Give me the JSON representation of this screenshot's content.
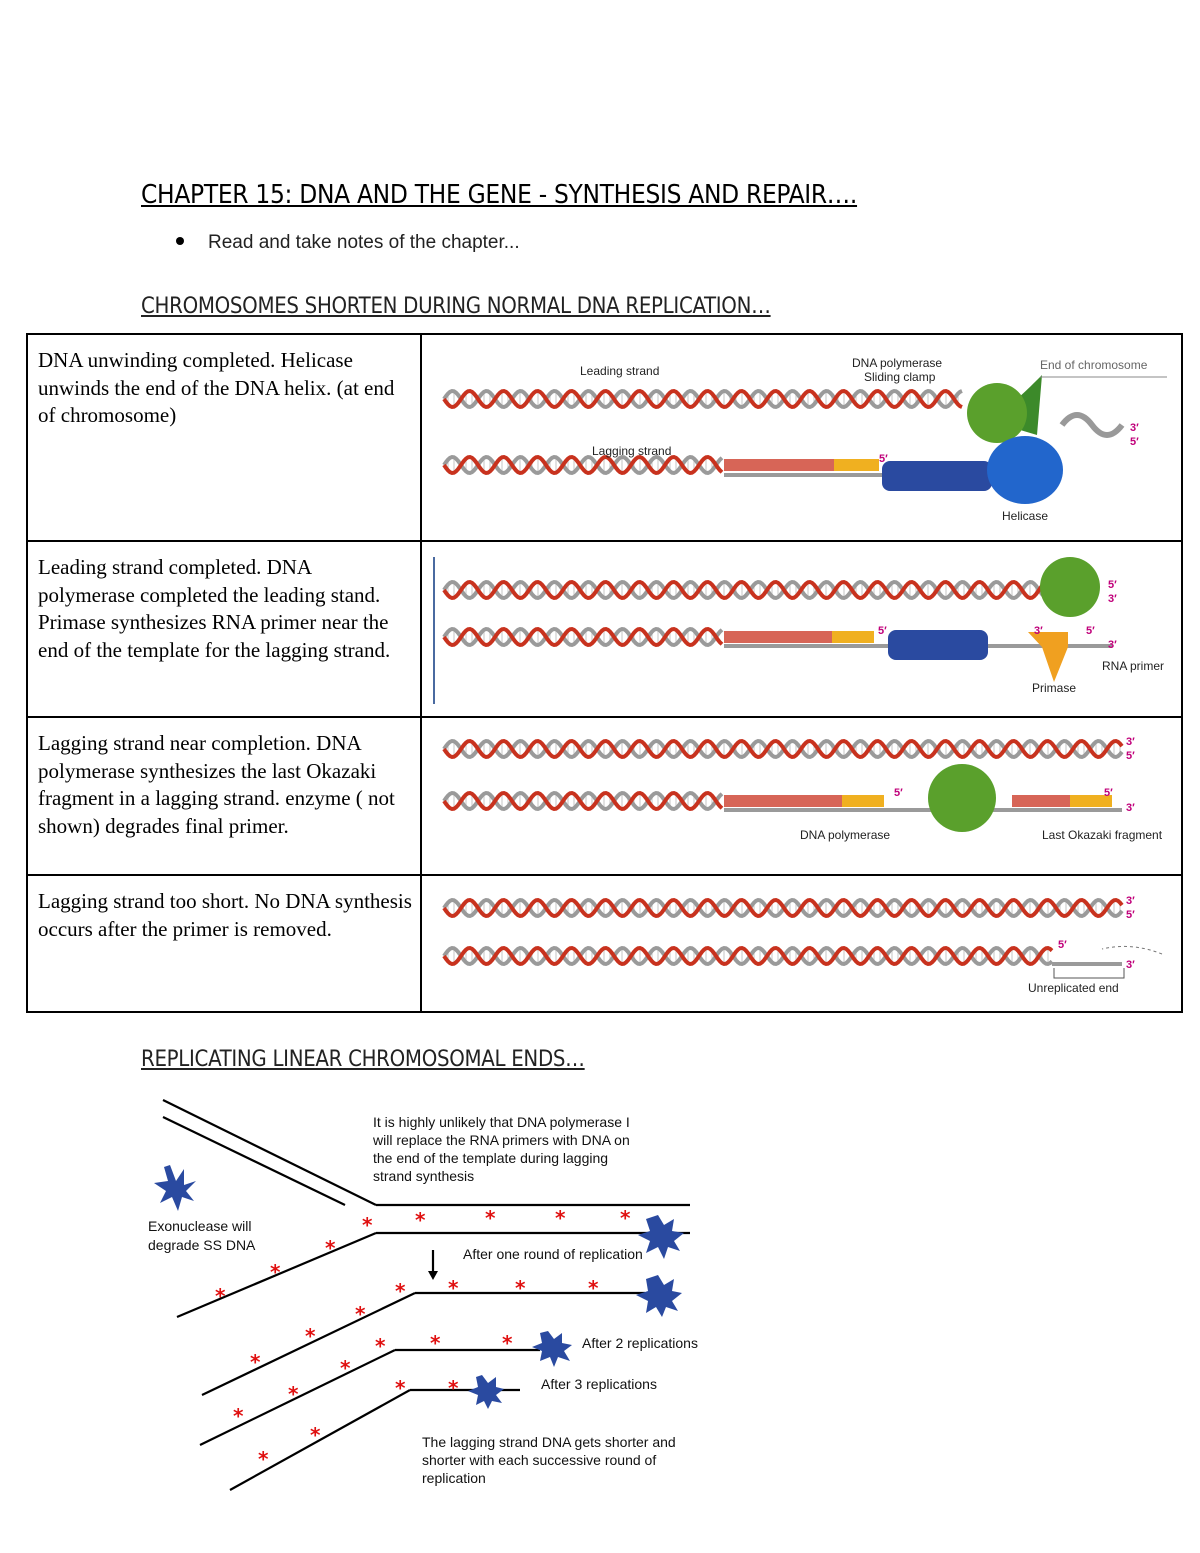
{
  "title": "CHAPTER 15: DNA AND THE GENE - SYNTHESIS AND REPAIR….",
  "bullet": "Read and take notes of the chapter...",
  "section1": "CHROMOSOMES SHORTEN DURING NORMAL DNA REPLICATION…",
  "section2": "REPLICATING LINEAR CHROMOSOMAL ENDS…",
  "steps": [
    {
      "text": "DNA unwinding completed. Helicase unwinds the end of the DNA helix. (at end of chromosome)"
    },
    {
      "text": "Leading strand completed. DNA polymerase completed the leading stand. Primase synthesizes RNA primer near the end of the template for the lagging strand."
    },
    {
      "text": "Lagging strand near completion. DNA polymerase synthesizes the last Okazaki fragment in a lagging strand. enzyme ( not shown) degrades final primer."
    },
    {
      "text": "Lagging strand too short. No DNA synthesis occurs after the primer is removed."
    }
  ],
  "figures": {
    "leading_strand": "Leading strand",
    "lagging_strand": "Lagging strand",
    "dna_polymerase": "DNA polymerase",
    "sliding_clamp": "Sliding clamp",
    "end_of_chromosome": "End of chromosome",
    "helicase": "Helicase",
    "primase": "Primase",
    "rna_primer": "RNA primer",
    "last_okazaki": "Last Okazaki fragment",
    "unreplicated_end": "Unreplicated end",
    "three_prime": "3′",
    "five_prime": "5′"
  },
  "diagram": {
    "note1_lines": [
      "It is  highly unlikely that DNA polymerase I",
      "will  replace the RNA primers  with DNA on",
      "the end of the template during lagging",
      "strand synthesis"
    ],
    "exonuclease_lines": [
      "Exonuclease will",
      "degrade SS DNA"
    ],
    "after_one": "After one round of replication",
    "after_two": "After 2 replications",
    "after_three": "After 3 replications",
    "conclusion_lines": [
      "The lagging strand DNA gets  shorter and",
      "shorter with each successive round of",
      "replication"
    ]
  },
  "colors": {
    "helix_red": "#c8321e",
    "helix_grey": "#9a9a9a",
    "polymerase": "#5aa02c",
    "helicase": "#2266cc",
    "primer": "#f0b020",
    "star": "#e01010",
    "burst": "#2a4aa0"
  }
}
